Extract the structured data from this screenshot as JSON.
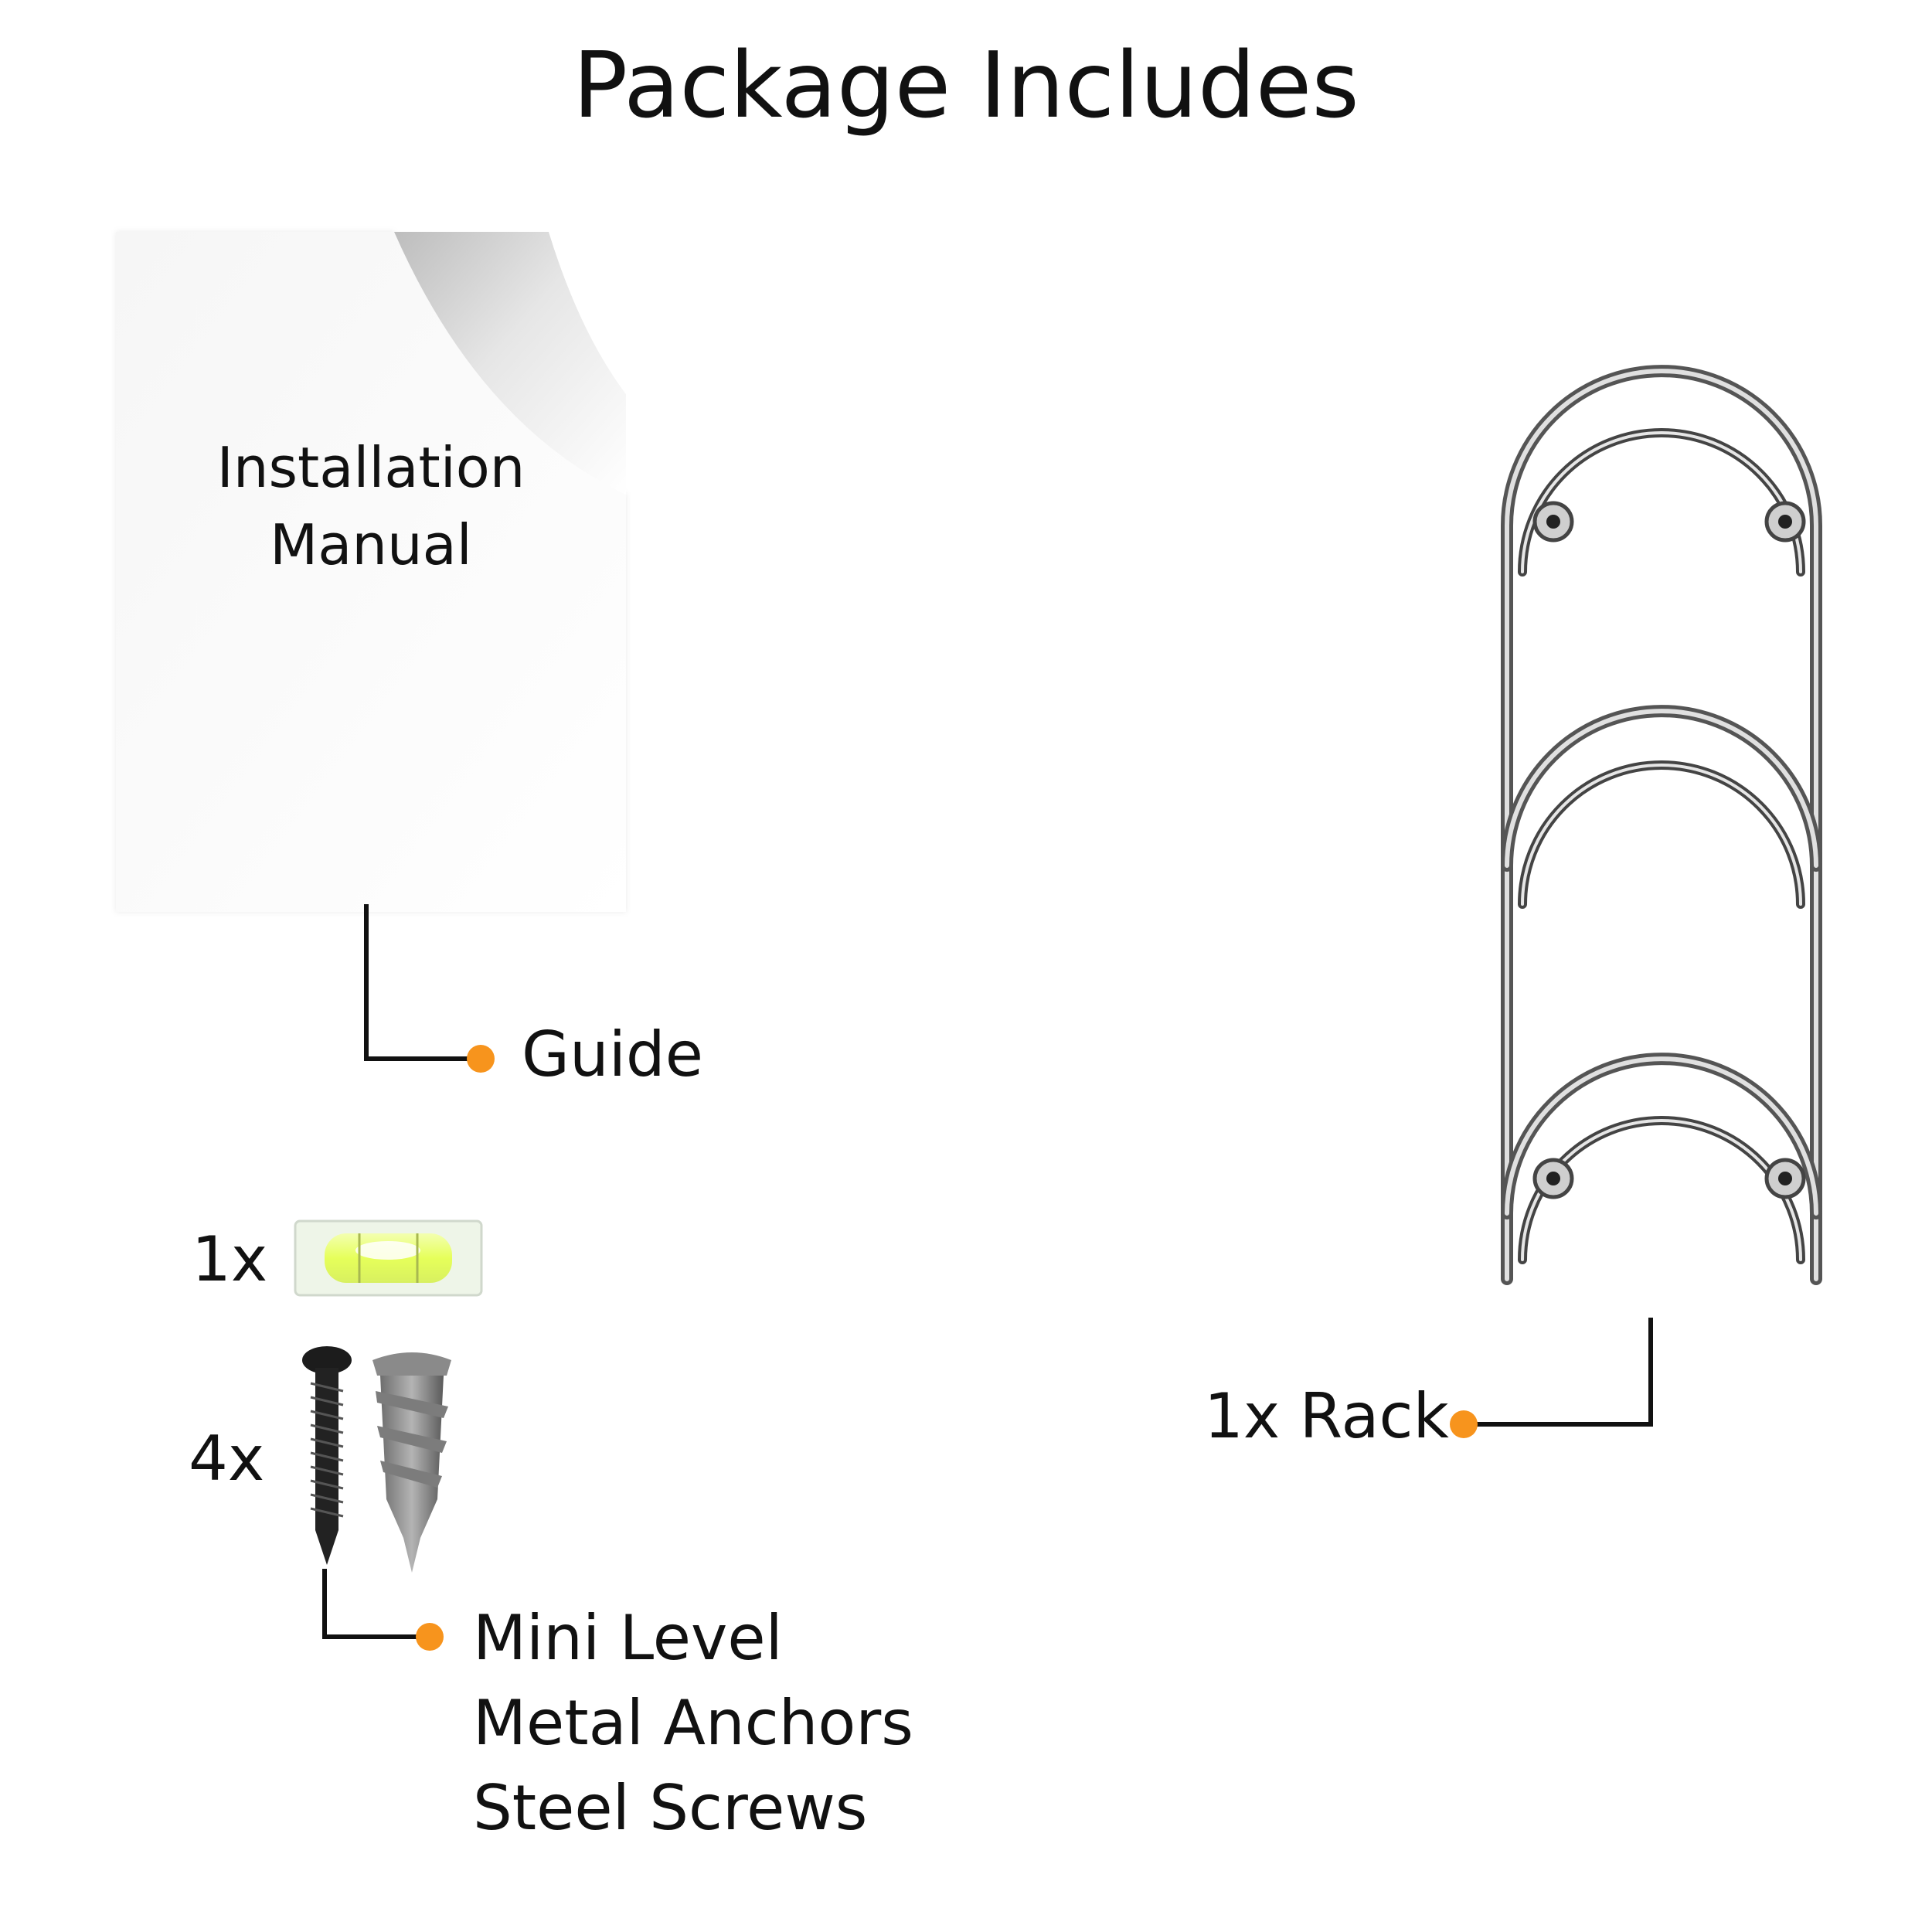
{
  "header": {
    "title": "Package Includes"
  },
  "manual": {
    "line1": "Installation",
    "line2": "Manual"
  },
  "callouts": {
    "guide": "Guide",
    "rack": "1x Rack",
    "hardware": [
      "Mini Level",
      "Metal Anchors",
      "Steel Screws"
    ]
  },
  "quantities": {
    "level": "1x",
    "screws_anchors": "4x"
  },
  "colors": {
    "accent_dot": "#F7941D",
    "leader_line": "#111111",
    "level_liquid": "#E6FF5A"
  },
  "icons": [
    "document-icon",
    "bubble-level-icon",
    "screw-icon",
    "wall-anchor-icon",
    "rack-icon"
  ]
}
